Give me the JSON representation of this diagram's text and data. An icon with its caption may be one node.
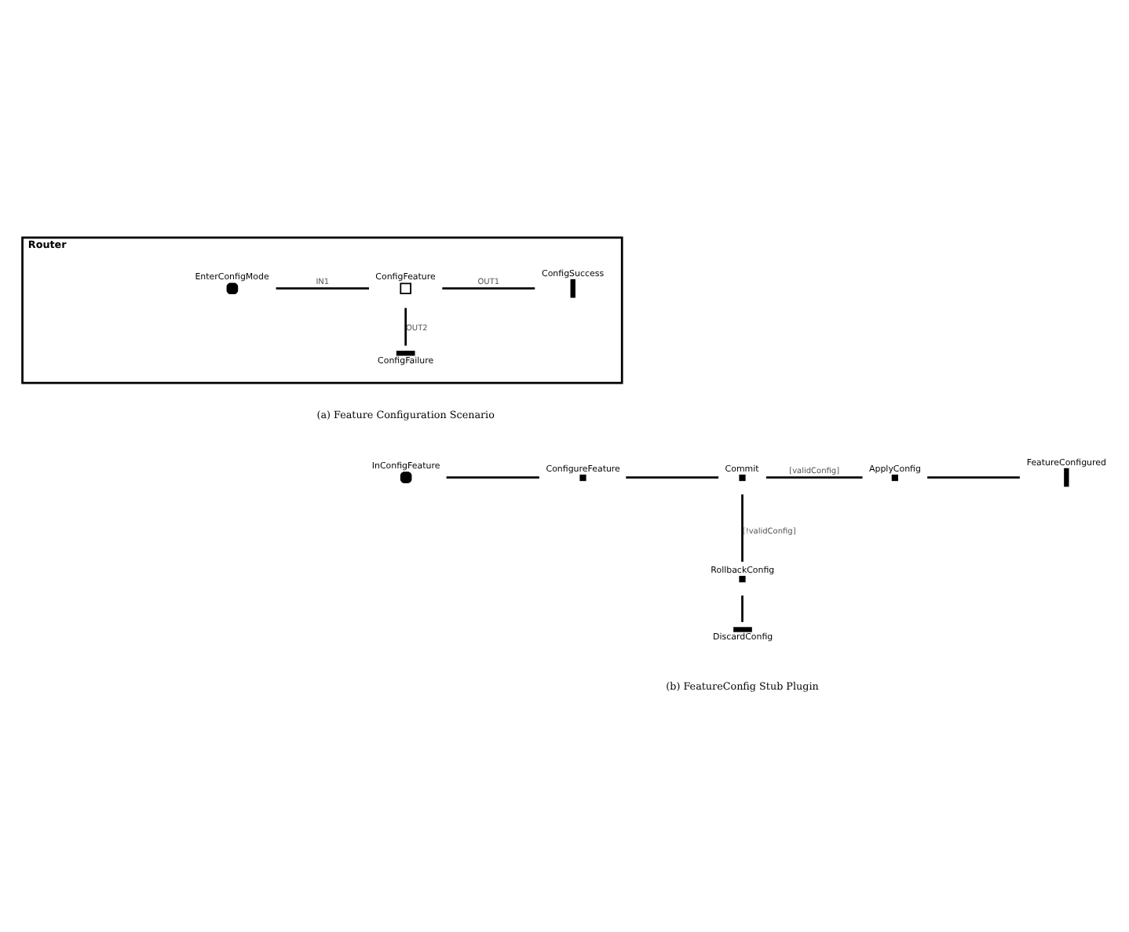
{
  "diagram": {
    "nodes": [
      {
        "text": [
          "Router"
        ]
      },
      {
        "text": [
          "EnterConfigMode"
        ],
        "in": 0
      },
      {
        "text": [
          "ConfigFeature"
        ],
        "in": 0
      },
      {
        "text": [
          "ConfigSuccess"
        ],
        "in": 0
      },
      {
        "text": [
          "ConfigFailure"
        ],
        "in": 0
      },
      {
        "text": [
          "InConfigFeature"
        ]
      },
      {
        "text": [
          "ConfigureFeature"
        ]
      },
      {
        "text": [
          "Commit"
        ]
      },
      {
        "text": [
          "ApplyConfig"
        ]
      },
      {
        "text": [
          "FeatureConfigured"
        ]
      },
      {
        "text": [
          "RollbackConfig"
        ]
      },
      {
        "text": [
          "DiscardConfig"
        ]
      }
    ],
    "edges": [
      {
        "from": 1,
        "to": 2,
        "arrow": "none",
        "label": "IN1"
      },
      {
        "from": 2,
        "to": 3,
        "arrow": "none",
        "label": "OUT1"
      },
      {
        "from": 2,
        "to": 4,
        "arrow": "none",
        "label": "OUT2"
      },
      {
        "from": 5,
        "to": 6,
        "arrow": "none"
      },
      {
        "from": 6,
        "to": 7,
        "arrow": "none"
      },
      {
        "from": 7,
        "to": 8,
        "arrow": "none",
        "label": "[validConfig]"
      },
      {
        "from": 8,
        "to": 9,
        "arrow": "none"
      },
      {
        "from": 7,
        "to": 10,
        "arrow": "none",
        "label": "[!validConfig]"
      },
      {
        "from": 10,
        "to": 11,
        "arrow": "none"
      }
    ],
    "labels": [
      "(a) Feature Configuration Scenario",
      "(b) FeatureConfig Stub Plugin"
    ]
  }
}
